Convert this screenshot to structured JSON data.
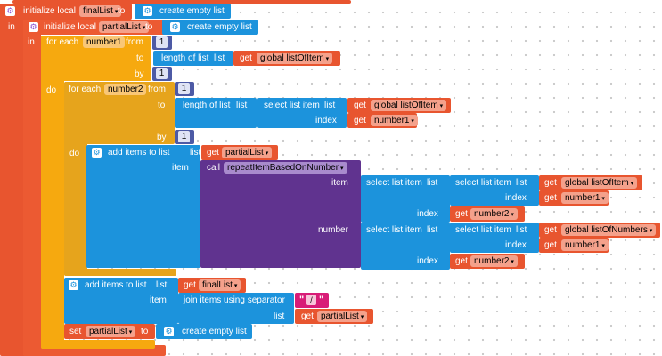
{
  "labels": {
    "initialize_local": "initialize local",
    "to": "to",
    "create_empty_list": "create empty list",
    "in": "in",
    "for_each": "for each",
    "from": "from",
    "by": "by",
    "do": "do",
    "length_of_list": "length of list",
    "list": "list",
    "get": "get",
    "select_list_item": "select list item",
    "index": "index",
    "add_items_to_list": "add items to list",
    "item": "item",
    "call": "call",
    "number": "number",
    "join_items_using_separator": "join items using separator",
    "set": "set"
  },
  "vars": {
    "finalList": "finalList",
    "partialList": "partialList",
    "number1": "number1",
    "number2": "number2",
    "global_listOfItem": "global listOfItem",
    "global_listOfNumbers": "global listOfNumbers",
    "procedure": "repeatItemBasedOnNumber"
  },
  "numbers": {
    "one": "1"
  },
  "separator": "/",
  "quote_mark": "\"",
  "icons": {
    "gear": "gear-icon"
  },
  "colors": {
    "variables": "#e8552f",
    "control": "#f6a90f",
    "lists": "#1c93dc",
    "procedures": "#60338f",
    "math": "#4d5aa5",
    "text": "#d81c77",
    "canvas": "#ffffff"
  }
}
